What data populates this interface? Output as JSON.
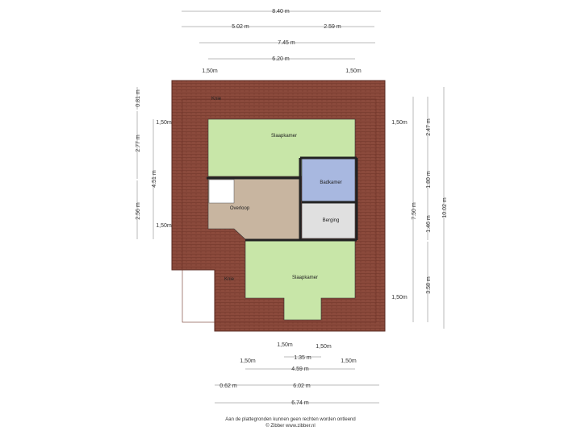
{
  "dims": {
    "top_total": "8.40 m",
    "top_left": "5.02 m",
    "top_right": "2.59 m",
    "top_mid": "7.45 m",
    "top_inner": "6.20 m",
    "bottom_a": "1.35 m",
    "bottom_b": "4.59 m",
    "bottom_c_left": "0.62 m",
    "bottom_c_right": "6.02 m",
    "bottom_d": "6.74 m",
    "left_1": "0.81 m",
    "left_2": "2.77 m",
    "left_3": "4.51 m",
    "left_4": "2.56 m",
    "right_1": "2.47 m",
    "right_2": "1.80 m",
    "right_3": "7.50 m",
    "right_4": "1.46 m",
    "right_5": "10.02 m",
    "right_6": "3.58 m"
  },
  "heights": {
    "h_tl": "1,50m",
    "h_tr": "1,50m",
    "h_l1": "1,50m",
    "h_l2": "1,50m",
    "h_r1": "1,50m",
    "h_r2": "1,50m",
    "h_b1": "1,50m",
    "h_b2": "1,50m",
    "h_b3": "1,50m",
    "h_b4": "1,50m"
  },
  "rooms": {
    "knie1": "Knie",
    "knie2": "Knie",
    "slaapkamer1": "Slaapkamer",
    "slaapkamer2": "Slaapkamer",
    "badkamer": "Badkamer",
    "overloop": "Overloop",
    "berging": "Berging"
  },
  "footer": {
    "line1": "Aan de plattegronden kunnen geen rechten worden ontleend",
    "line2": "© Zibber www.zibber.nl"
  },
  "colors": {
    "roof": "#8b4a3c",
    "green": "#c8e6a8",
    "overloop": "#c8b5a0",
    "bath": "#a8b8e0",
    "berging": "#e0e0e0"
  }
}
